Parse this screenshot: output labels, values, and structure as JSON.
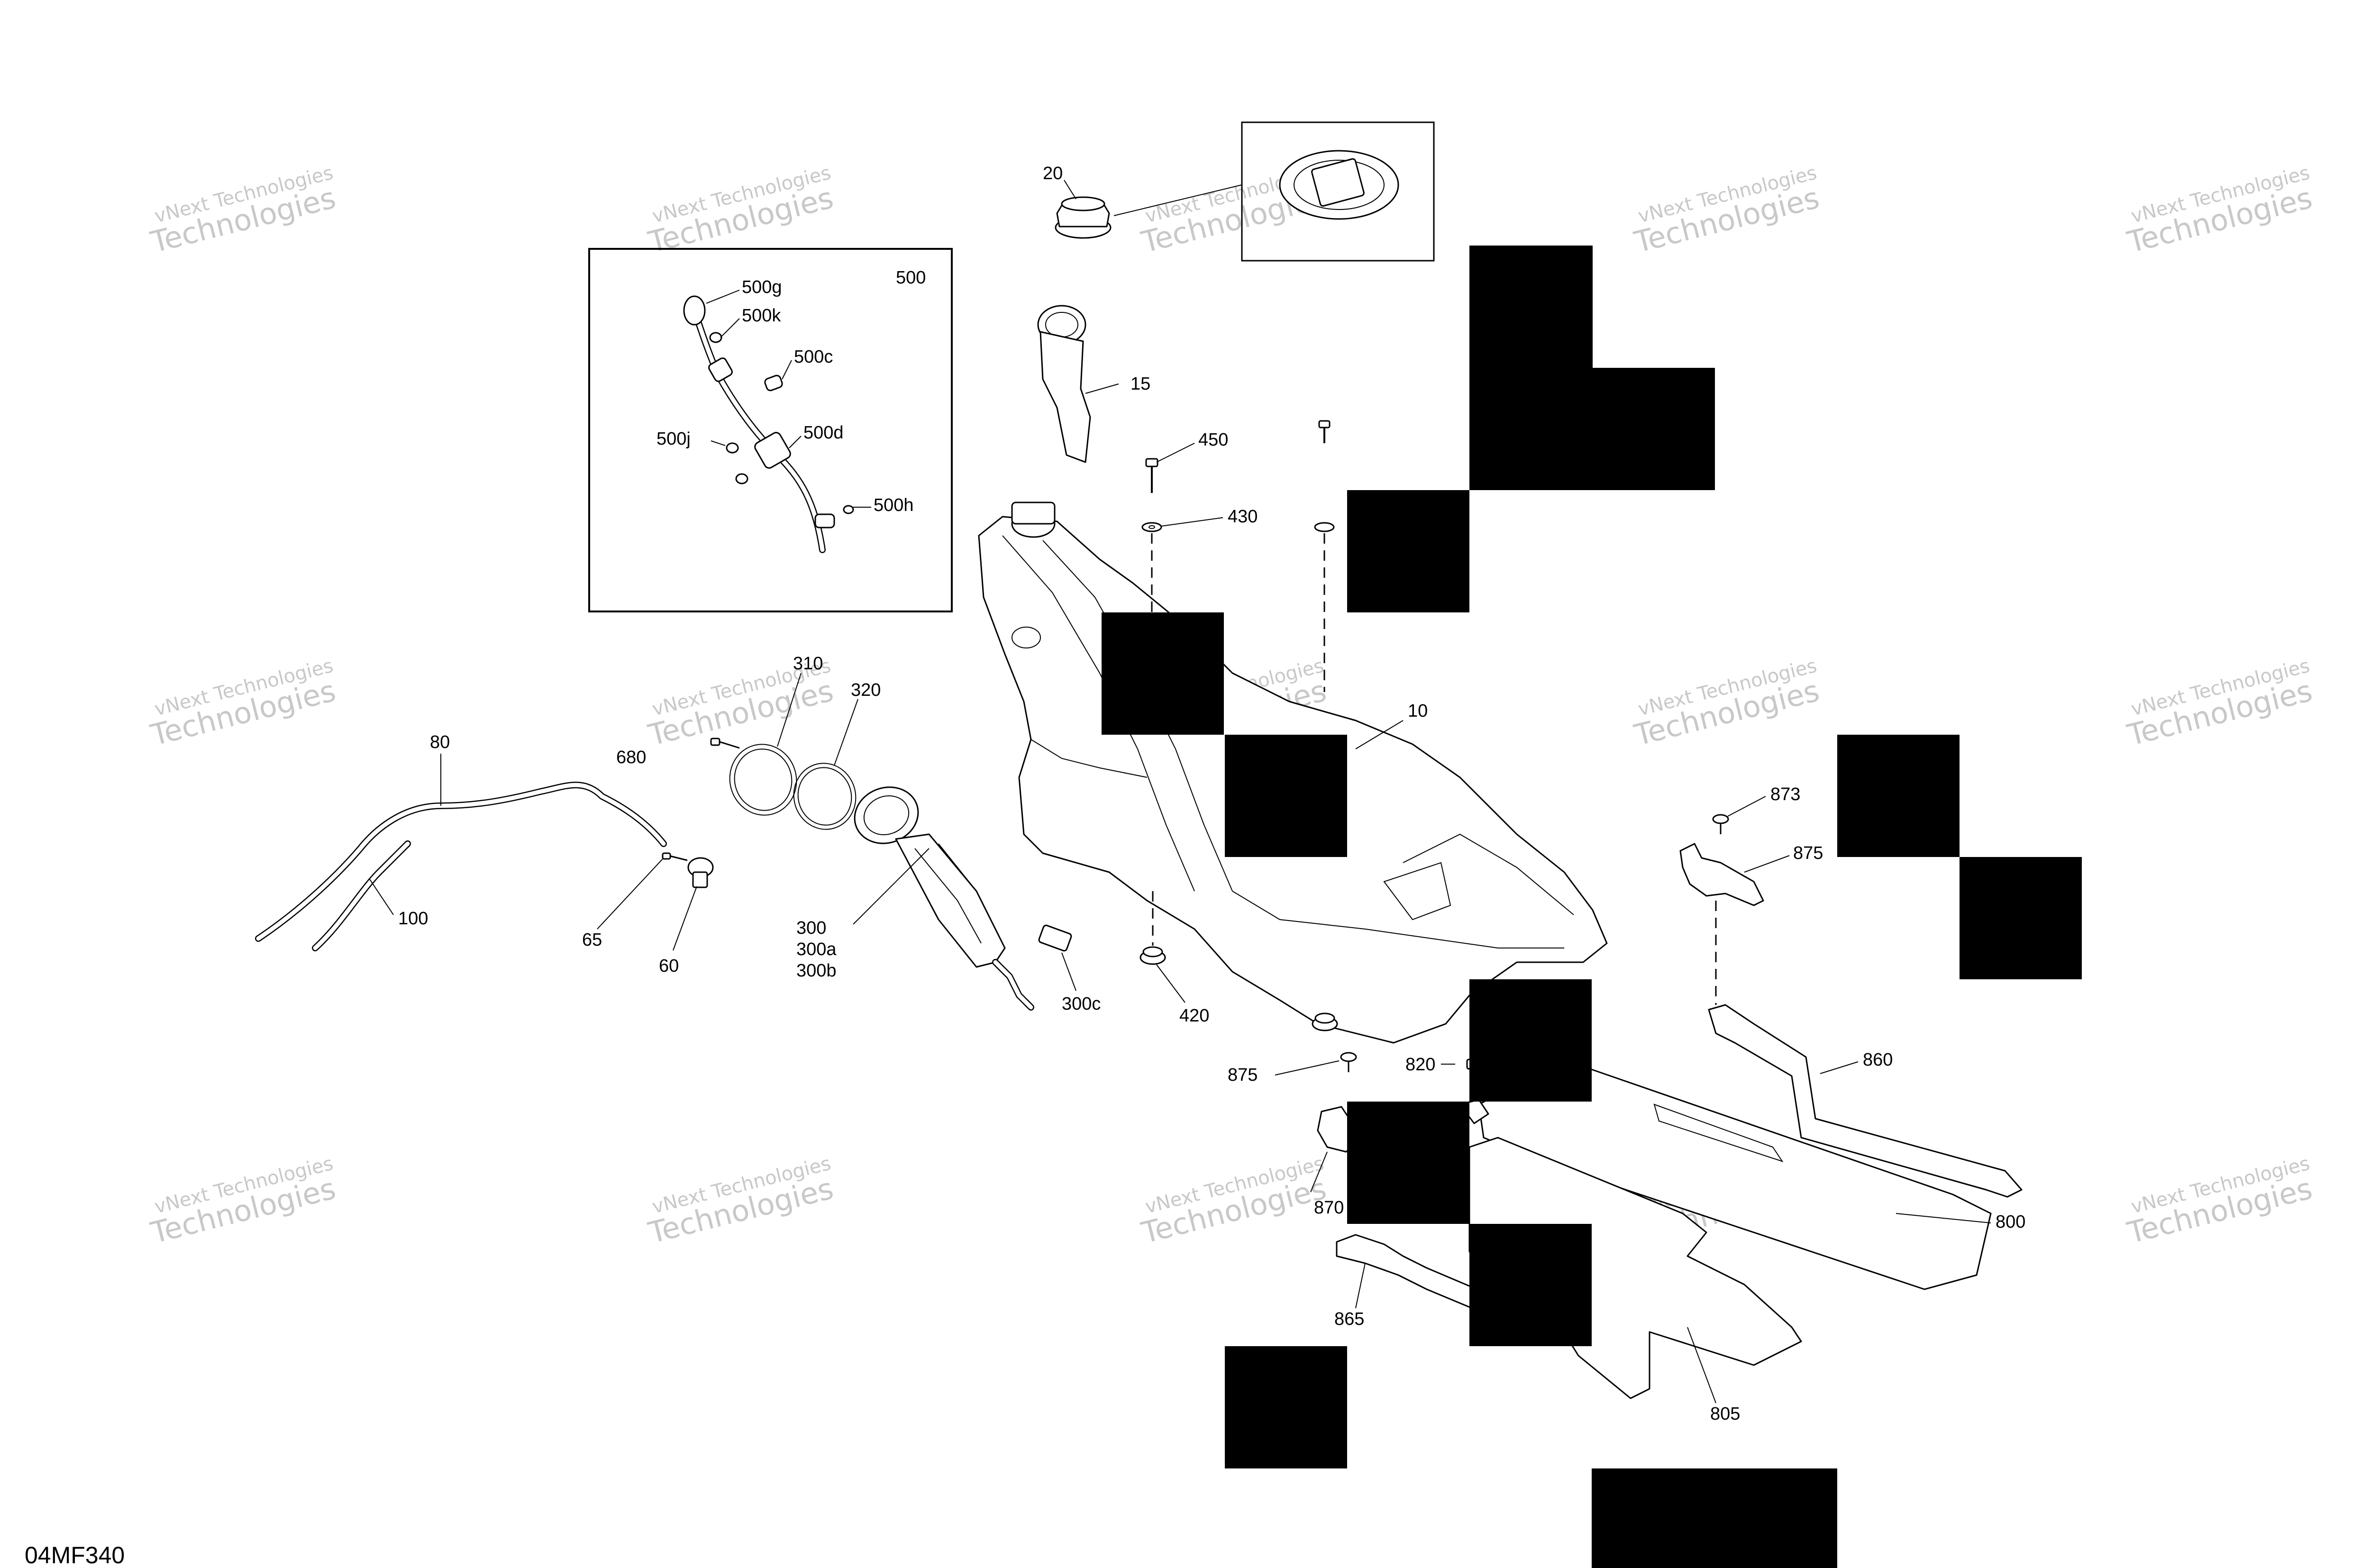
{
  "diagram": {
    "figure_code": "04MF340",
    "watermark_line1": "vNext Technologies",
    "watermark_line2": "Technologies",
    "callouts": {
      "c10": "10",
      "c15": "15",
      "c20": "20",
      "c60": "60",
      "c65": "65",
      "c80": "80",
      "c100": "100",
      "c300": "300",
      "c300a": "300a",
      "c300b": "300b",
      "c300c": "300c",
      "c310": "310",
      "c320": "320",
      "c420": "420",
      "c430": "430",
      "c450": "450",
      "c500": "500",
      "c500c": "500c",
      "c500d": "500d",
      "c500g": "500g",
      "c500h": "500h",
      "c500j": "500j",
      "c500k": "500k",
      "c680": "680",
      "c800": "800",
      "c805": "805",
      "c820": "820",
      "c860": "860",
      "c865": "865",
      "c870": "870",
      "c873": "873",
      "c875a": "875",
      "c875b": "875"
    }
  }
}
